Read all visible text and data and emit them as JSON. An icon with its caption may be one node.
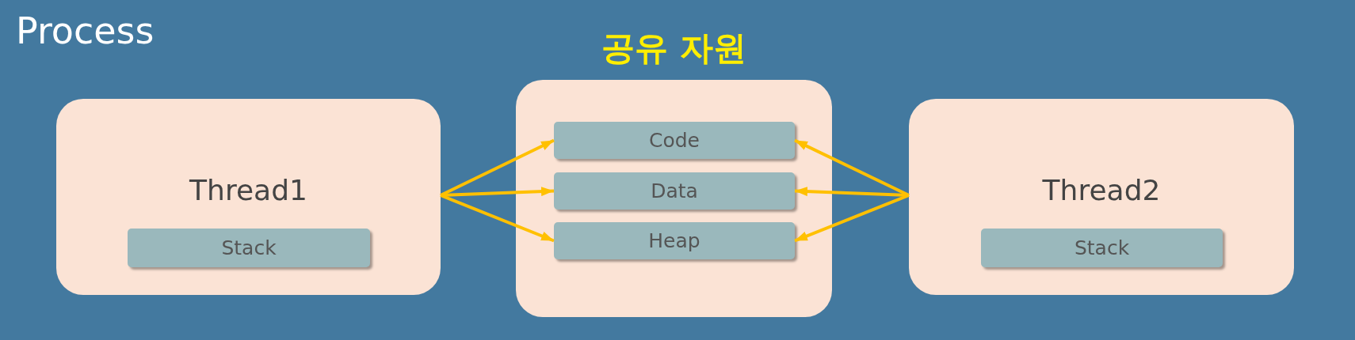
{
  "diagram": {
    "title": "Process",
    "nodes": [
      {
        "text": [
          "Thread1"
        ]
      },
      {
        "text": [
          "Stack"
        ],
        "in": 0
      },
      {
        "text": [
          "공유 자원"
        ]
      },
      {
        "text": [
          "Code"
        ],
        "in": 2
      },
      {
        "text": [
          "Data"
        ],
        "in": 2
      },
      {
        "text": [
          "Heap"
        ],
        "in": 2
      },
      {
        "text": [
          "Thread2"
        ]
      },
      {
        "text": [
          "Stack"
        ],
        "in": 6
      }
    ],
    "edges": [
      {
        "from": 0,
        "to": 3,
        "arrow": "to"
      },
      {
        "from": 0,
        "to": 4,
        "arrow": "to"
      },
      {
        "from": 0,
        "to": 5,
        "arrow": "to"
      },
      {
        "from": 6,
        "to": 3,
        "arrow": "to"
      },
      {
        "from": 6,
        "to": 4,
        "arrow": "to"
      },
      {
        "from": 6,
        "to": 5,
        "arrow": "to"
      }
    ]
  }
}
